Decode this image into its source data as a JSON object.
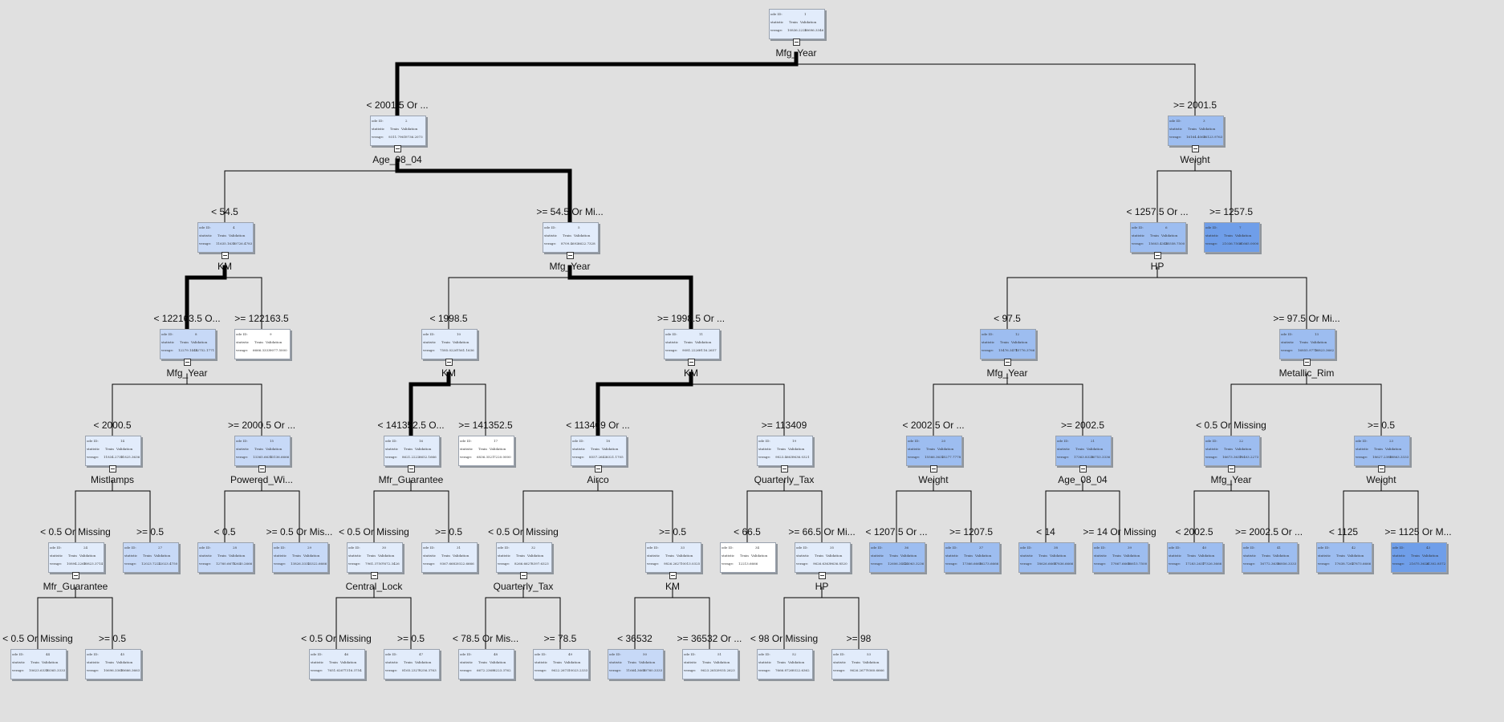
{
  "tree": {
    "text_labels": {
      "col_train": "Train",
      "col_valid": "Validation",
      "row_id": "ode ID:",
      "row_stat": "statistic",
      "row_avg": "verage:"
    },
    "colors": {
      "light": "#e2ecfb",
      "mid": "#c7d9f7",
      "deep": "#9dbdf0",
      "deepest": "#6f9ee9",
      "white": "#ffffff",
      "edge": "#000000"
    },
    "nodes": [
      {
        "id": "n1",
        "node_no": "1",
        "train": "10836.2226",
        "valid": "10696.3346",
        "shade": "light",
        "var": "Mfg_Year"
      },
      {
        "id": "n2",
        "node_no": "2",
        "train": "9311.7961",
        "valid": "9736.2073",
        "shade": "light",
        "cond": "< 2001.5 Or ...",
        "var": "Age_08_04"
      },
      {
        "id": "n3",
        "node_no": "3",
        "train": "16164.4063",
        "valid": "16123.9763",
        "shade": "deep",
        "cond": ">= 2001.5",
        "var": "Weight"
      },
      {
        "id": "n4",
        "node_no": "4",
        "train": "11635.1630",
        "valid": "10726.4783",
        "shade": "mid",
        "cond": "< 54.5",
        "var": "KM"
      },
      {
        "id": "n5",
        "node_no": "5",
        "train": "8709.4692",
        "valid": "8622.7328",
        "shade": "light",
        "cond": ">= 54.5 Or Mi...",
        "var": "Mfg_Year"
      },
      {
        "id": "n6",
        "node_no": "6",
        "train": "15603.4348",
        "valid": "15558.7500",
        "shade": "deep",
        "cond": "< 1257.5 Or ...",
        "var": "HP"
      },
      {
        "id": "n7",
        "node_no": "7",
        "train": "21036.7500",
        "valid": "21665.0000",
        "shade": "deepest",
        "cond": ">= 1257.5"
      },
      {
        "id": "n8",
        "node_no": "8",
        "train": "12279.1446",
        "valid": "12752.1771",
        "shade": "mid",
        "cond": "< 122163.5 O...",
        "var": "Mfg_Year"
      },
      {
        "id": "n9",
        "node_no": "9",
        "train": "6666.3333",
        "valid": "9077.5000",
        "shade": "white",
        "cond": ">= 122163.5"
      },
      {
        "id": "n10",
        "node_no": "10",
        "train": "7585.0226",
        "valid": "7561.1636",
        "shade": "light",
        "cond": "< 1998.5",
        "var": "KM"
      },
      {
        "id": "n11",
        "node_no": "11",
        "train": "9081.2226",
        "valid": "9116.2657",
        "shade": "light",
        "cond": ">= 1998.5 Or ...",
        "var": "KM"
      },
      {
        "id": "n12",
        "node_no": "12",
        "train": "15476.3471",
        "valid": "15776.3766",
        "shade": "deep",
        "cond": "< 97.5",
        "var": "Mfg_Year"
      },
      {
        "id": "n13",
        "node_no": "13",
        "train": "16855.9772",
        "valid": "16823.3662",
        "shade": "deep",
        "cond": ">= 97.5 Or Mi...",
        "var": "Metallic_Rim"
      },
      {
        "id": "n14",
        "node_no": "14",
        "train": "11834.2730",
        "valid": "11825.3636",
        "shade": "light",
        "cond": "< 2000.5",
        "var": "Mistlamps"
      },
      {
        "id": "n15",
        "node_no": "15",
        "train": "13365.6635",
        "valid": "13136.6666",
        "shade": "mid",
        "cond": ">= 2000.5 Or ...",
        "var": "Powered_Wi..."
      },
      {
        "id": "n16",
        "node_no": "16",
        "train": "8621.2222",
        "valid": "8652.1666",
        "shade": "light",
        "cond": "< 141352.5 O...",
        "var": "Mfr_Guarantee"
      },
      {
        "id": "n17",
        "node_no": "17",
        "train": "6836.3521",
        "valid": "7220.0000",
        "shade": "white",
        "cond": ">= 141352.5"
      },
      {
        "id": "n18",
        "node_no": "18",
        "train": "8557.2642",
        "valid": "8321.1705",
        "shade": "light",
        "cond": "< 113409 Or ...",
        "var": "Airco"
      },
      {
        "id": "n19",
        "node_no": "19",
        "train": "9823.4663",
        "valid": "9636.0321",
        "shade": "light",
        "cond": ">= 113409",
        "var": "Quarterly_Tax"
      },
      {
        "id": "n20",
        "node_no": "20",
        "train": "15566.3632",
        "valid": "15277.7778",
        "shade": "deep",
        "cond": "< 2002.5 Or ...",
        "var": "Weight"
      },
      {
        "id": "n21",
        "node_no": "21",
        "train": "17363.8328",
        "valid": "16753.3336",
        "shade": "deep",
        "cond": ">= 2002.5",
        "var": "Age_08_04"
      },
      {
        "id": "n22",
        "node_no": "22",
        "train": "16673.3637",
        "valid": "16403.2273",
        "shade": "deep",
        "cond": "< 0.5 Or Missing",
        "var": "Mfg_Year"
      },
      {
        "id": "n23",
        "node_no": "23",
        "train": "18627.2386",
        "valid": "18863.3333",
        "shade": "deep",
        "cond": ">= 0.5",
        "var": "Weight"
      },
      {
        "id": "n24",
        "node_no": "24",
        "train": "10894.2263",
        "valid": "10823.3714",
        "shade": "light",
        "cond": "< 0.5 Or Missing",
        "var": "Mfr_Guarantee"
      },
      {
        "id": "n25",
        "node_no": "27",
        "train": "12023.7222",
        "valid": "12023.4750",
        "shade": "mid",
        "cond": ">= 0.5"
      },
      {
        "id": "n26",
        "node_no": "28",
        "train": "12760.6670",
        "valid": "12640.2666",
        "shade": "mid",
        "cond": "< 0.5"
      },
      {
        "id": "n27",
        "node_no": "29",
        "train": "13826.3332",
        "valid": "13322.6666",
        "shade": "mid",
        "cond": ">= 0.5 Or Mis..."
      },
      {
        "id": "n28",
        "node_no": "30",
        "train": "7961.3750",
        "valid": "7672.3426",
        "shade": "light",
        "cond": "< 0.5 Or Missing",
        "var": "Central_Lock"
      },
      {
        "id": "n29",
        "node_no": "31",
        "train": "9367.6682",
        "valid": "9322.6666",
        "shade": "light",
        "cond": ">= 0.5"
      },
      {
        "id": "n30",
        "node_no": "32",
        "train": "8266.6627",
        "valid": "8397.6323",
        "shade": "light",
        "cond": "< 0.5 Or Missing",
        "var": "Quarterly_Tax"
      },
      {
        "id": "n31",
        "node_no": "33",
        "train": "9826.2627",
        "valid": "10013.0325",
        "shade": "light",
        "cond": ">= 0.5",
        "var": "KM"
      },
      {
        "id": "n32",
        "node_no": "34",
        "train": "12213.6666",
        "valid": "",
        "shade": "white",
        "cond": "< 66.5"
      },
      {
        "id": "n33",
        "node_no": "35",
        "train": "9626.6363",
        "valid": "9636.8520",
        "shade": "light",
        "cond": ">= 66.5 Or Mi...",
        "var": "HP"
      },
      {
        "id": "n34",
        "node_no": "36",
        "train": "12606.3442",
        "valid": "14063.3236",
        "shade": "deep",
        "cond": "< 1207.5 Or ..."
      },
      {
        "id": "n35",
        "node_no": "37",
        "train": "17366.6666",
        "valid": "16273.6666",
        "shade": "deep",
        "cond": ">= 1207.5"
      },
      {
        "id": "n36",
        "node_no": "38",
        "train": "18626.6666",
        "valid": "17836.6666",
        "shade": "deep",
        "cond": "< 14"
      },
      {
        "id": "n37",
        "node_no": "39",
        "train": "17867.6666",
        "valid": "16615.7500",
        "shade": "deep",
        "cond": ">= 14 Or Missing"
      },
      {
        "id": "n38",
        "node_no": "40",
        "train": "17283.2637",
        "valid": "17326.3666",
        "shade": "deep",
        "cond": "< 2002.5"
      },
      {
        "id": "n39",
        "node_no": "41",
        "train": "16772.3636",
        "valid": "16856.3333",
        "shade": "deep",
        "cond": ">= 2002.5 Or ..."
      },
      {
        "id": "n40",
        "node_no": "42",
        "train": "17638.7262",
        "valid": "17873.6666",
        "shade": "deep",
        "cond": "< 1125"
      },
      {
        "id": "n41",
        "node_no": "43",
        "train": "21675.3626",
        "valid": "21302.8572",
        "shade": "deepest",
        "cond": ">= 1125 Or M..."
      },
      {
        "id": "n42",
        "node_no": "44",
        "train": "10623.6333",
        "valid": "10365.3333",
        "shade": "light",
        "cond": "< 0.5 Or Missing"
      },
      {
        "id": "n43",
        "node_no": "45",
        "train": "10696.3363",
        "valid": "10666.3663",
        "shade": "light",
        "cond": ">= 0.5"
      },
      {
        "id": "n44",
        "node_no": "46",
        "train": "7651.6267",
        "valid": "7316.3754",
        "shade": "light",
        "cond": "< 0.5 Or Missing"
      },
      {
        "id": "n45",
        "node_no": "47",
        "train": "8165.2327",
        "valid": "8256.3763",
        "shade": "light",
        "cond": ">= 0.5"
      },
      {
        "id": "n46",
        "node_no": "48",
        "train": "6672.2368",
        "valid": "8223.3762",
        "shade": "light",
        "cond": "< 78.5 Or Mis..."
      },
      {
        "id": "n47",
        "node_no": "49",
        "train": "9622.2673",
        "valid": "10023.2333",
        "shade": "light",
        "cond": ">= 78.5"
      },
      {
        "id": "n48",
        "node_no": "50",
        "train": "11664.3666",
        "valid": "10760.3333",
        "shade": "mid",
        "cond": "< 36532"
      },
      {
        "id": "n49",
        "node_no": "51",
        "train": "9623.2652",
        "valid": "9935.2623",
        "shade": "light",
        "cond": ">= 36532 Or ..."
      },
      {
        "id": "n50",
        "node_no": "52",
        "train": "7666.8726",
        "valid": "9322.6362",
        "shade": "light",
        "cond": "< 98 Or Missing"
      },
      {
        "id": "n51",
        "node_no": "53",
        "train": "9626.2677",
        "valid": "9360.6666",
        "shade": "light",
        "cond": ">= 98"
      }
    ]
  }
}
